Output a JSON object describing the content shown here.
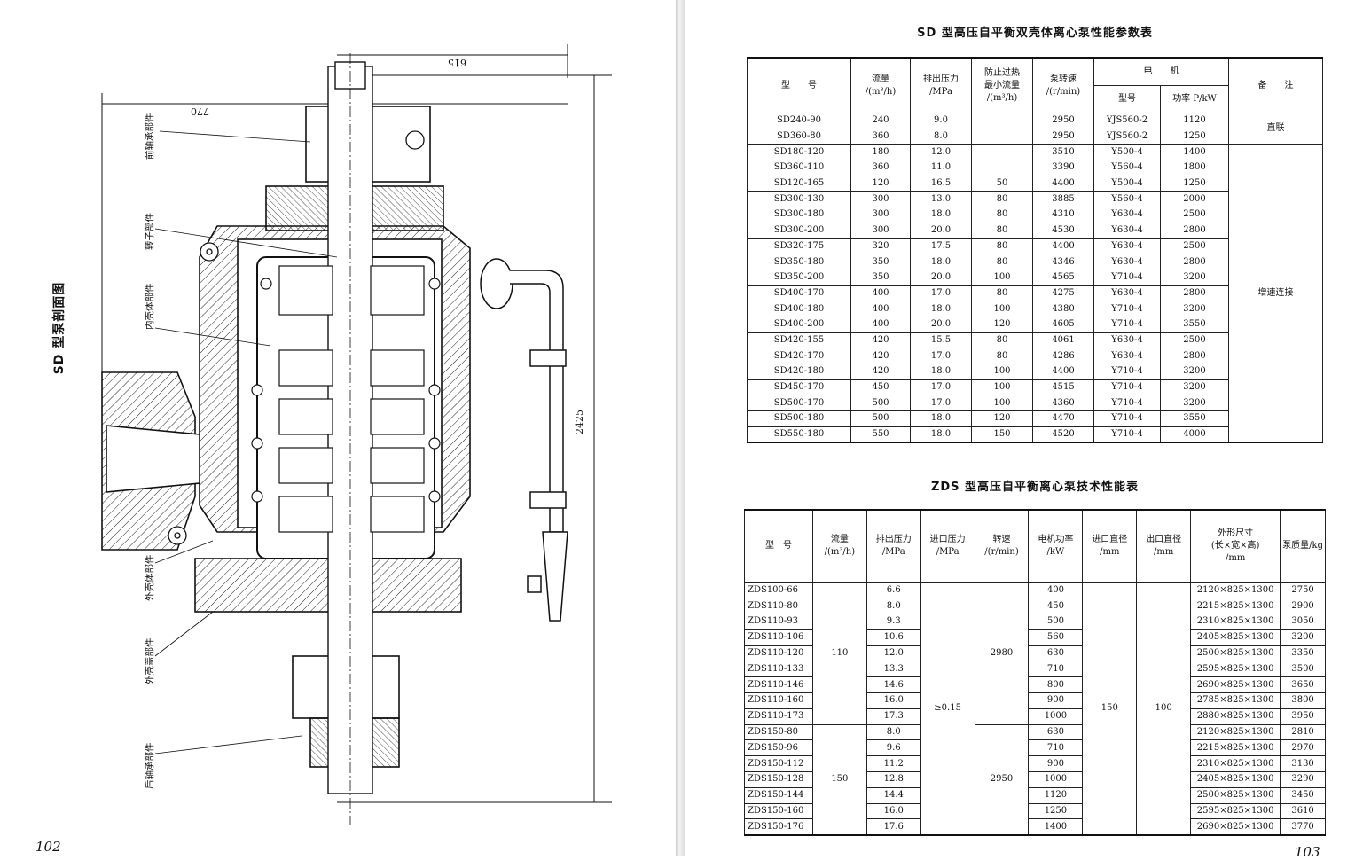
{
  "left_page": {
    "page_number": "102",
    "figure_title": "SD 型泵剖面图",
    "part_labels": [
      "前轴承部件",
      "转子部件",
      "内壳体部件",
      "外壳体部件",
      "外壳盖部件",
      "后轴承部件"
    ],
    "dimensions": [
      "615",
      "770",
      "2425"
    ]
  },
  "right_page": {
    "page_number": "103",
    "sd_table": {
      "title": "SD 型高压自平衡双壳体离心泵性能参数表",
      "headers": {
        "model": "型　　号",
        "flow": "流量",
        "flow_unit": "/(m³/h)",
        "pressure": "排出压力",
        "pressure_unit": "/MPa",
        "min_flow_1": "防止过热",
        "min_flow_2": "最小流量",
        "min_flow_unit": "/(m³/h)",
        "speed": "泵转速",
        "speed_unit": "/(r/min)",
        "motor": "电　　机",
        "motor_model": "型号",
        "motor_power": "功率 P/kW",
        "note": "备　　注"
      },
      "notes": [
        "直联",
        "增速连接"
      ],
      "rows": [
        [
          "SD240-90",
          "240",
          "9.0",
          "",
          "2950",
          "YJS560-2",
          "1120"
        ],
        [
          "SD360-80",
          "360",
          "8.0",
          "",
          "2950",
          "YJS560-2",
          "1250"
        ],
        [
          "SD180-120",
          "180",
          "12.0",
          "",
          "3510",
          "Y500-4",
          "1400"
        ],
        [
          "SD360-110",
          "360",
          "11.0",
          "",
          "3390",
          "Y560-4",
          "1800"
        ],
        [
          "SD120-165",
          "120",
          "16.5",
          "50",
          "4400",
          "Y500-4",
          "1250"
        ],
        [
          "SD300-130",
          "300",
          "13.0",
          "80",
          "3885",
          "Y560-4",
          "2000"
        ],
        [
          "SD300-180",
          "300",
          "18.0",
          "80",
          "4310",
          "Y630-4",
          "2500"
        ],
        [
          "SD300-200",
          "300",
          "20.0",
          "80",
          "4530",
          "Y630-4",
          "2800"
        ],
        [
          "SD320-175",
          "320",
          "17.5",
          "80",
          "4400",
          "Y630-4",
          "2500"
        ],
        [
          "SD350-180",
          "350",
          "18.0",
          "80",
          "4346",
          "Y630-4",
          "2800"
        ],
        [
          "SD350-200",
          "350",
          "20.0",
          "100",
          "4565",
          "Y710-4",
          "3200"
        ],
        [
          "SD400-170",
          "400",
          "17.0",
          "80",
          "4275",
          "Y630-4",
          "2800"
        ],
        [
          "SD400-180",
          "400",
          "18.0",
          "100",
          "4380",
          "Y710-4",
          "3200"
        ],
        [
          "SD400-200",
          "400",
          "20.0",
          "120",
          "4605",
          "Y710-4",
          "3550"
        ],
        [
          "SD420-155",
          "420",
          "15.5",
          "80",
          "4061",
          "Y630-4",
          "2500"
        ],
        [
          "SD420-170",
          "420",
          "17.0",
          "80",
          "4286",
          "Y630-4",
          "2800"
        ],
        [
          "SD420-180",
          "420",
          "18.0",
          "100",
          "4400",
          "Y710-4",
          "3200"
        ],
        [
          "SD450-170",
          "450",
          "17.0",
          "100",
          "4515",
          "Y710-4",
          "3200"
        ],
        [
          "SD500-170",
          "500",
          "17.0",
          "100",
          "4360",
          "Y710-4",
          "3200"
        ],
        [
          "SD500-180",
          "500",
          "18.0",
          "120",
          "4470",
          "Y710-4",
          "3550"
        ],
        [
          "SD550-180",
          "550",
          "18.0",
          "150",
          "4520",
          "Y710-4",
          "4000"
        ]
      ]
    },
    "zds_table": {
      "title": "ZDS 型高压自平衡离心泵技术性能表",
      "headers": {
        "model": "型　号",
        "flow": "流量",
        "flow_unit": "/(m³/h)",
        "out_pressure": "排出压力",
        "out_pressure_unit": "/MPa",
        "in_pressure": "进口压力",
        "in_pressure_unit": "/MPa",
        "speed": "转速",
        "speed_unit": "/(r/min)",
        "motor_power": "电机功率",
        "motor_power_unit": "/kW",
        "inlet": "进口直径",
        "inlet_unit": "/mm",
        "outlet": "出口直径",
        "outlet_unit": "/mm",
        "dims_1": "外形尺寸",
        "dims_2": "(长×宽×高)",
        "dims_unit": "/mm",
        "mass": "泵质量/kg"
      },
      "group_values": {
        "flow_a": "110",
        "flow_b": "150",
        "in_pressure": "≥0.15",
        "speed_a": "2980",
        "speed_b": "2950",
        "inlet": "150",
        "outlet": "100"
      },
      "rows": [
        [
          "ZDS100-66",
          "6.6",
          "400",
          "2120×825×1300",
          "2750"
        ],
        [
          "ZDS110-80",
          "8.0",
          "450",
          "2215×825×1300",
          "2900"
        ],
        [
          "ZDS110-93",
          "9.3",
          "500",
          "2310×825×1300",
          "3050"
        ],
        [
          "ZDS110-106",
          "10.6",
          "560",
          "2405×825×1300",
          "3200"
        ],
        [
          "ZDS110-120",
          "12.0",
          "630",
          "2500×825×1300",
          "3350"
        ],
        [
          "ZDS110-133",
          "13.3",
          "710",
          "2595×825×1300",
          "3500"
        ],
        [
          "ZDS110-146",
          "14.6",
          "800",
          "2690×825×1300",
          "3650"
        ],
        [
          "ZDS110-160",
          "16.0",
          "900",
          "2785×825×1300",
          "3800"
        ],
        [
          "ZDS110-173",
          "17.3",
          "1000",
          "2880×825×1300",
          "3950"
        ],
        [
          "ZDS150-80",
          "8.0",
          "630",
          "2120×825×1300",
          "2810"
        ],
        [
          "ZDS150-96",
          "9.6",
          "710",
          "2215×825×1300",
          "2970"
        ],
        [
          "ZDS150-112",
          "11.2",
          "900",
          "2310×825×1300",
          "3130"
        ],
        [
          "ZDS150-128",
          "12.8",
          "1000",
          "2405×825×1300",
          "3290"
        ],
        [
          "ZDS150-144",
          "14.4",
          "1120",
          "2500×825×1300",
          "3450"
        ],
        [
          "ZDS150-160",
          "16.0",
          "1250",
          "2595×825×1300",
          "3610"
        ],
        [
          "ZDS150-176",
          "17.6",
          "1400",
          "2690×825×1300",
          "3770"
        ]
      ]
    }
  }
}
